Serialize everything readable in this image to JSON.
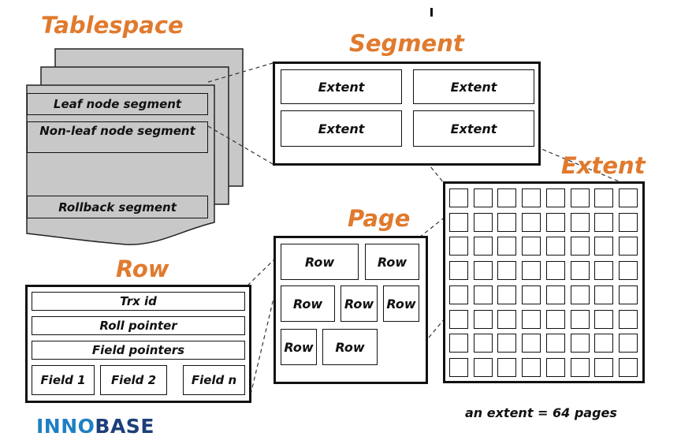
{
  "titles": {
    "tablespace": "Tablespace",
    "segment": "Segment",
    "extent": "Extent",
    "page": "Page",
    "row": "Row"
  },
  "tablespace": {
    "segments": [
      "Leaf node segment",
      "Non-leaf node segment",
      "Rollback segment"
    ]
  },
  "segment": {
    "extents": [
      "Extent",
      "Extent",
      "Extent",
      "Extent"
    ]
  },
  "extent_grid": {
    "rows": 8,
    "cols": 8
  },
  "page": {
    "rows": [
      "Row",
      "Row",
      "Row",
      "Row",
      "Row",
      "Row",
      "Row"
    ]
  },
  "row": {
    "fields": [
      "Trx id",
      "Roll pointer",
      "Field pointers"
    ],
    "columns": [
      "Field 1",
      "Field 2",
      "Field n"
    ]
  },
  "note": "an extent = 64 pages",
  "logo": {
    "part1": "INNO",
    "part2": "BASE",
    "color1": "#1f7fc4",
    "color2": "#1d3f7a"
  },
  "colors": {
    "title": "#e07a2e",
    "sheet": "#c8c8c8"
  }
}
